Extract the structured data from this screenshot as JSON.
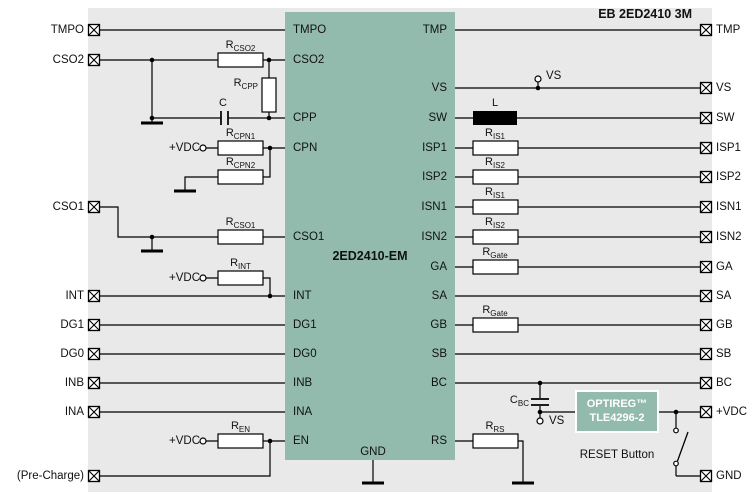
{
  "title": "EB 2ED2410 3M",
  "colors": {
    "panel_background": "#e9e9e9",
    "ic_fill": "#92bbae",
    "regulator_fill": "#92bbae",
    "regulator_text": "#ffffff",
    "wire": "#000000",
    "inductor_fill": "#000000"
  },
  "ic": {
    "name": "2ED2410-EM",
    "left_pins": [
      "TMPO",
      "CSO2",
      "CPP",
      "CPN",
      "CSO1",
      "INT",
      "DG1",
      "DG0",
      "INB",
      "INA",
      "EN"
    ],
    "right_pins": [
      "TMP",
      "VS",
      "SW",
      "ISP1",
      "ISP2",
      "ISN1",
      "ISN2",
      "GA",
      "SA",
      "GB",
      "SB",
      "BC",
      "RS"
    ],
    "bottom_pin": "GND"
  },
  "left_terminals": [
    "TMPO",
    "CSO2",
    "CSO1",
    "INT",
    "DG1",
    "DG0",
    "INB",
    "INA",
    "(Pre-Charge)"
  ],
  "right_terminals": [
    "TMP",
    "VS",
    "SW",
    "ISP1",
    "ISP2",
    "ISN1",
    "ISN2",
    "GA",
    "SA",
    "GB",
    "SB",
    "BC",
    "+VDC",
    "GND"
  ],
  "components": {
    "r_cso2": {
      "name": "R",
      "sub": "CSO2"
    },
    "r_cpp": {
      "name": "R",
      "sub": "CPP"
    },
    "c": {
      "name": "C",
      "sub": ""
    },
    "r_cpn1": {
      "name": "R",
      "sub": "CPN1"
    },
    "r_cpn2": {
      "name": "R",
      "sub": "CPN2"
    },
    "r_cso1": {
      "name": "R",
      "sub": "CSO1"
    },
    "r_int": {
      "name": "R",
      "sub": "INT"
    },
    "r_en": {
      "name": "R",
      "sub": "EN"
    },
    "l": {
      "name": "L",
      "sub": ""
    },
    "r_is1_a": {
      "name": "R",
      "sub": "IS1"
    },
    "r_is2_a": {
      "name": "R",
      "sub": "IS2"
    },
    "r_is1_b": {
      "name": "R",
      "sub": "IS1"
    },
    "r_is2_b": {
      "name": "R",
      "sub": "IS2"
    },
    "r_gate_a": {
      "name": "R",
      "sub": "Gate"
    },
    "r_gate_b": {
      "name": "R",
      "sub": "Gate"
    },
    "c_bc": {
      "name": "C",
      "sub": "BC"
    },
    "r_rs": {
      "name": "R",
      "sub": "RS"
    }
  },
  "supplies": {
    "vdc": "+VDC",
    "vs": "VS"
  },
  "regulator": {
    "line1": "OPTIREG™",
    "line2": "TLE4296-2"
  },
  "reset_button_label": "RESET Button"
}
